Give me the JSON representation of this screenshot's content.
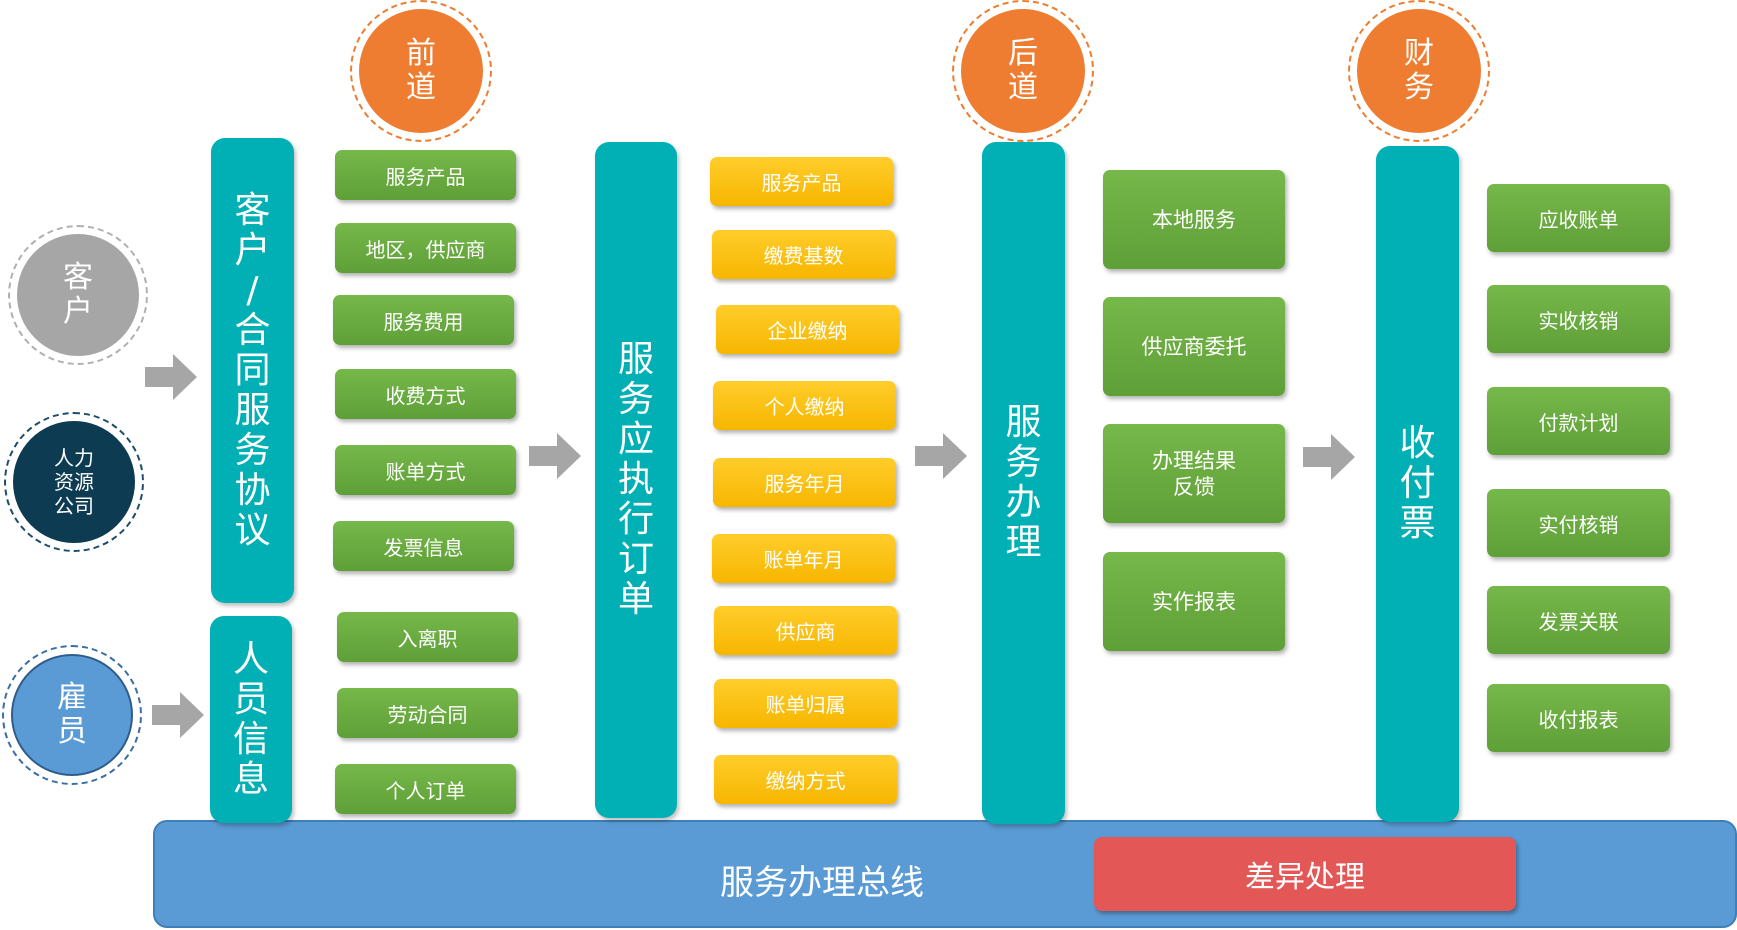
{
  "phases": [
    {
      "line1": "前",
      "line2": "道"
    },
    {
      "line1": "后",
      "line2": "道"
    },
    {
      "line1": "财",
      "line2": "务"
    }
  ],
  "actors": {
    "customer": {
      "line1": "客",
      "line2": "户",
      "color": "#a6a6a6"
    },
    "hr_company": {
      "line1": "人力",
      "line2": "资源",
      "line3": "公司",
      "color": "#0d3b52"
    },
    "employee": {
      "line1": "雇",
      "line2": "员",
      "color": "#5b9bd5"
    }
  },
  "bars": {
    "contract": [
      "客",
      "户",
      "/",
      "合",
      "同",
      "服",
      "务",
      "协",
      "议"
    ],
    "personnel": [
      "人",
      "员",
      "信",
      "息"
    ],
    "execution_order": [
      "服",
      "务",
      "应",
      "执",
      "行",
      "订",
      "单"
    ],
    "service_handling": [
      "服",
      "务",
      "办",
      "理"
    ],
    "payments": [
      "收",
      "付",
      "票"
    ]
  },
  "contract_items": [
    "服务产品",
    "地区，供应商",
    "服务费用",
    "收费方式",
    "账单方式",
    "发票信息"
  ],
  "personnel_items": [
    "入离职",
    "劳动合同",
    "个人订单"
  ],
  "order_items": [
    "服务产品",
    "缴费基数",
    "企业缴纳",
    "个人缴纳",
    "服务年月",
    "账单年月",
    "供应商",
    "账单归属",
    "缴纳方式"
  ],
  "backend_items": [
    "本地服务",
    "供应商委托",
    "办理结果\n反馈",
    "实作报表"
  ],
  "finance_items": [
    "应收账单",
    "实收核销",
    "付款计划",
    "实付核销",
    "发票关联",
    "收付报表"
  ],
  "bus": {
    "label": "服务办理总线",
    "diff_label": "差异处理"
  },
  "colors": {
    "teal": "#00b0b4",
    "orange": "#ee7d31",
    "green": "#6aaa42",
    "yellow": "#fbc012",
    "blue": "#5b9bd5",
    "red": "#e45757"
  }
}
